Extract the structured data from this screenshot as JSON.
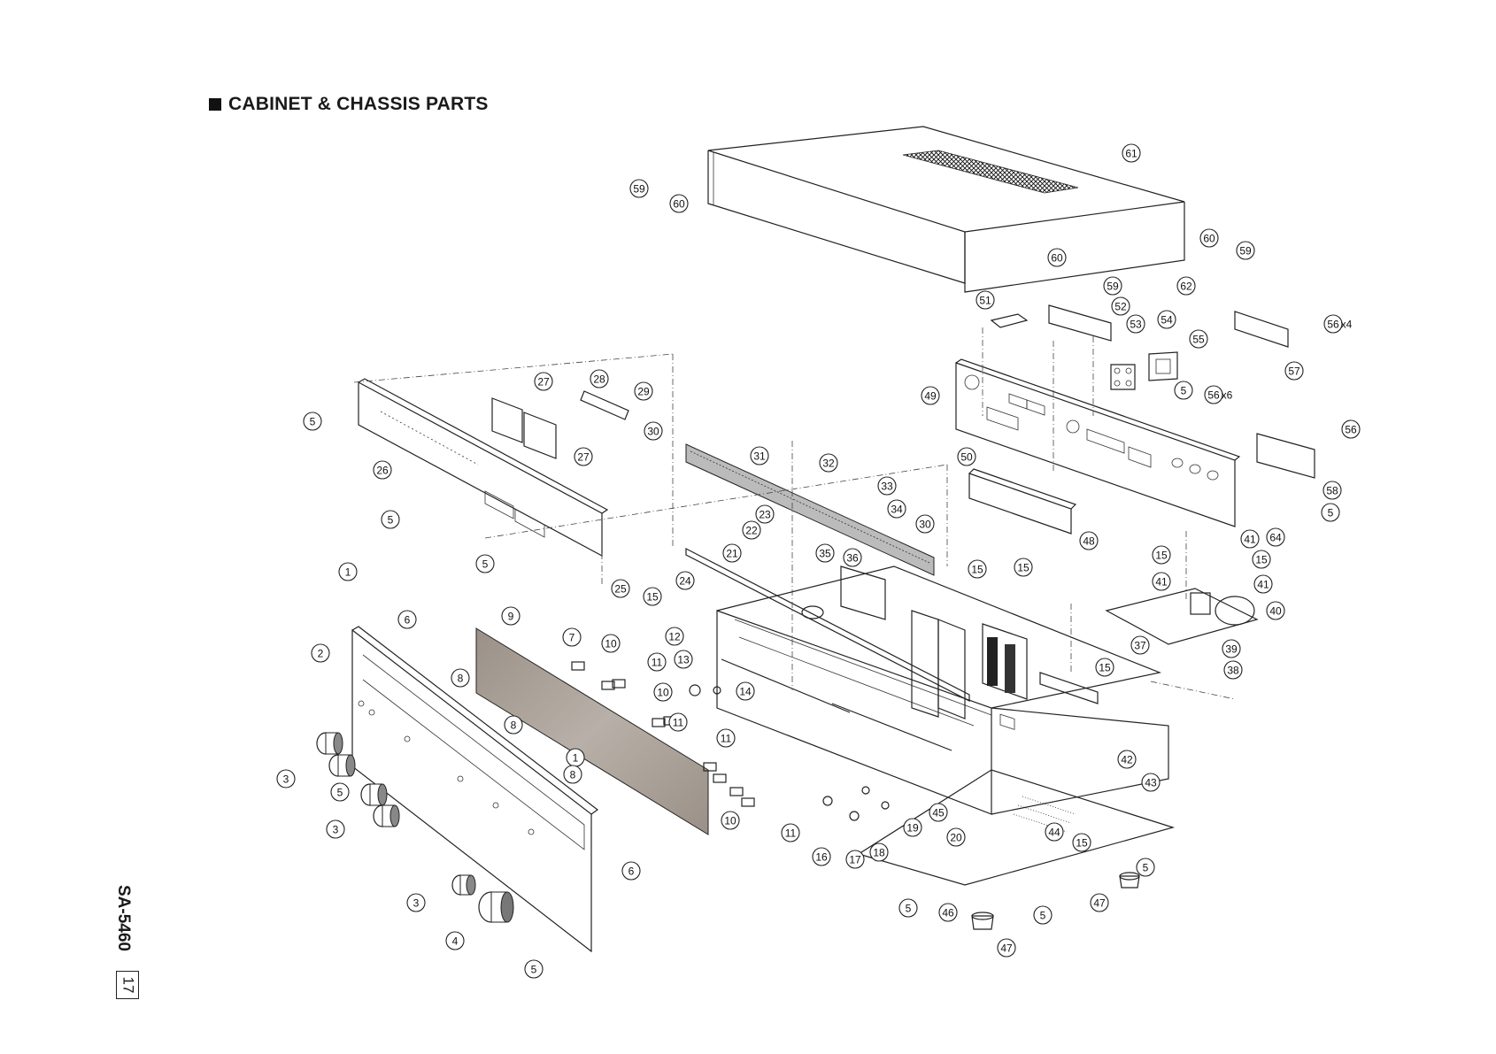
{
  "header": {
    "title": "CABINET & CHASSIS PARTS"
  },
  "footer": {
    "model": "SA-5460",
    "page_number": "17"
  },
  "callouts": [
    {
      "id": "61",
      "label": "61"
    },
    {
      "id": "59a",
      "label": "59"
    },
    {
      "id": "60a",
      "label": "60"
    },
    {
      "id": "60b",
      "label": "60"
    },
    {
      "id": "59b",
      "label": "59"
    },
    {
      "id": "60c",
      "label": "60"
    },
    {
      "id": "59c",
      "label": "59"
    },
    {
      "id": "62a",
      "label": "62"
    },
    {
      "id": "51",
      "label": "51"
    },
    {
      "id": "52",
      "label": "52"
    },
    {
      "id": "53",
      "label": "53"
    },
    {
      "id": "54",
      "label": "54"
    },
    {
      "id": "55",
      "label": "55"
    },
    {
      "id": "56a",
      "label": "56",
      "suffix": "x4"
    },
    {
      "id": "57",
      "label": "57"
    },
    {
      "id": "49",
      "label": "49"
    },
    {
      "id": "5a",
      "label": "5"
    },
    {
      "id": "56b",
      "label": "56",
      "suffix": "x6"
    },
    {
      "id": "50",
      "label": "50"
    },
    {
      "id": "56c",
      "label": "56"
    },
    {
      "id": "58",
      "label": "58"
    },
    {
      "id": "48",
      "label": "48"
    },
    {
      "id": "5b",
      "label": "5"
    },
    {
      "id": "41a",
      "label": "41"
    },
    {
      "id": "64",
      "label": "64"
    },
    {
      "id": "15a",
      "label": "15"
    },
    {
      "id": "15b",
      "label": "15"
    },
    {
      "id": "41b",
      "label": "41"
    },
    {
      "id": "41c",
      "label": "41"
    },
    {
      "id": "40",
      "label": "40"
    },
    {
      "id": "39",
      "label": "39"
    },
    {
      "id": "37",
      "label": "37"
    },
    {
      "id": "38",
      "label": "38"
    },
    {
      "id": "15c",
      "label": "15"
    },
    {
      "id": "42",
      "label": "42"
    },
    {
      "id": "43",
      "label": "43"
    },
    {
      "id": "44",
      "label": "44"
    },
    {
      "id": "15d",
      "label": "15"
    },
    {
      "id": "5c",
      "label": "5"
    },
    {
      "id": "47a",
      "label": "47"
    },
    {
      "id": "5d",
      "label": "5"
    },
    {
      "id": "46",
      "label": "46"
    },
    {
      "id": "5e",
      "label": "5"
    },
    {
      "id": "47b",
      "label": "47"
    },
    {
      "id": "5f",
      "label": "5"
    },
    {
      "id": "26",
      "label": "26"
    },
    {
      "id": "27a",
      "label": "27"
    },
    {
      "id": "28",
      "label": "28"
    },
    {
      "id": "29",
      "label": "29"
    },
    {
      "id": "30a",
      "label": "30"
    },
    {
      "id": "27b",
      "label": "27"
    },
    {
      "id": "5g",
      "label": "5"
    },
    {
      "id": "31",
      "label": "31"
    },
    {
      "id": "32",
      "label": "32"
    },
    {
      "id": "33",
      "label": "33"
    },
    {
      "id": "34",
      "label": "34"
    },
    {
      "id": "30b",
      "label": "30"
    },
    {
      "id": "23",
      "label": "23"
    },
    {
      "id": "22",
      "label": "22"
    },
    {
      "id": "21",
      "label": "21"
    },
    {
      "id": "35",
      "label": "35"
    },
    {
      "id": "36",
      "label": "36"
    },
    {
      "id": "15e",
      "label": "15"
    },
    {
      "id": "15f",
      "label": "15"
    },
    {
      "id": "5h",
      "label": "5"
    },
    {
      "id": "25",
      "label": "25"
    },
    {
      "id": "24",
      "label": "24"
    },
    {
      "id": "15g",
      "label": "15"
    },
    {
      "id": "1a",
      "label": "1"
    },
    {
      "id": "6a",
      "label": "6"
    },
    {
      "id": "9",
      "label": "9"
    },
    {
      "id": "2",
      "label": "2"
    },
    {
      "id": "7",
      "label": "7"
    },
    {
      "id": "10a",
      "label": "10"
    },
    {
      "id": "12",
      "label": "12"
    },
    {
      "id": "11a",
      "label": "11"
    },
    {
      "id": "13",
      "label": "13"
    },
    {
      "id": "14",
      "label": "14"
    },
    {
      "id": "8a",
      "label": "8"
    },
    {
      "id": "10b",
      "label": "10"
    },
    {
      "id": "11b",
      "label": "11"
    },
    {
      "id": "8b",
      "label": "8"
    },
    {
      "id": "11c",
      "label": "11"
    },
    {
      "id": "3a",
      "label": "3"
    },
    {
      "id": "1b",
      "label": "1"
    },
    {
      "id": "8c",
      "label": "8"
    },
    {
      "id": "5i",
      "label": "5"
    },
    {
      "id": "10c",
      "label": "10"
    },
    {
      "id": "11d",
      "label": "11"
    },
    {
      "id": "16",
      "label": "16"
    },
    {
      "id": "17",
      "label": "17"
    },
    {
      "id": "18",
      "label": "18"
    },
    {
      "id": "19",
      "label": "19"
    },
    {
      "id": "45",
      "label": "45"
    },
    {
      "id": "20",
      "label": "20"
    },
    {
      "id": "3b",
      "label": "3"
    },
    {
      "id": "6b",
      "label": "6"
    },
    {
      "id": "3c",
      "label": "3"
    },
    {
      "id": "4",
      "label": "4"
    },
    {
      "id": "5j",
      "label": "5"
    }
  ]
}
